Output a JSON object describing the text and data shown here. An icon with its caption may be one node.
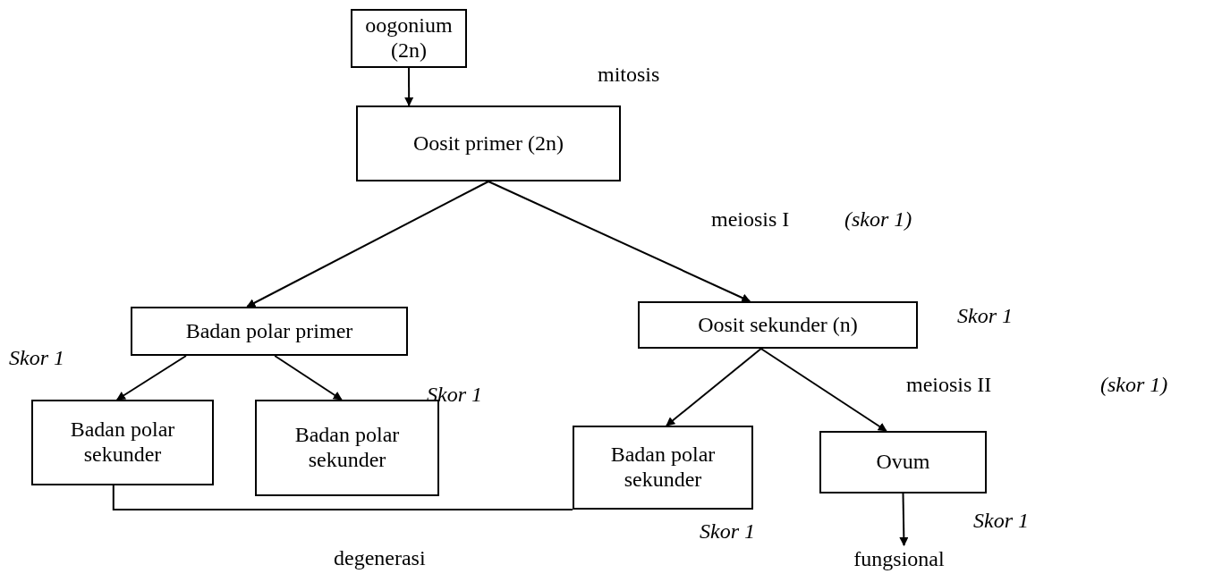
{
  "diagram": {
    "nodes": [
      {
        "text": [
          "oogonium (2n)"
        ]
      },
      {
        "text": [
          "Oosit primer (2n)"
        ]
      },
      {
        "text": [
          "Badan polar primer"
        ]
      },
      {
        "text": [
          "Oosit sekunder (n)"
        ]
      },
      {
        "text": [
          "Badan polar sekunder"
        ]
      },
      {
        "text": [
          "Badan polar sekunder"
        ]
      },
      {
        "text": [
          "Badan polar sekunder"
        ]
      },
      {
        "text": [
          "Ovum"
        ]
      },
      {
        "text": [
          "fungsional"
        ]
      }
    ],
    "edges": [
      {
        "from": 0,
        "to": 1,
        "arrow": "to"
      },
      {
        "from": 1,
        "to": 2,
        "arrow": "to"
      },
      {
        "from": 1,
        "to": 3,
        "arrow": "to"
      },
      {
        "from": 2,
        "to": 4,
        "arrow": "to"
      },
      {
        "from": 2,
        "to": 5,
        "arrow": "to"
      },
      {
        "from": 3,
        "to": 6,
        "arrow": "to"
      },
      {
        "from": 3,
        "to": 7,
        "arrow": "to"
      },
      {
        "from": 7,
        "to": 8,
        "arrow": "to"
      },
      {
        "from": 4,
        "to": 6,
        "arrow": "none"
      }
    ],
    "labels": [
      "mitosis",
      "meiosis I",
      "(skor 1)",
      "Skor 1",
      "Skor 1",
      "Skor 1",
      "meiosis II",
      "(skor 1)",
      "Skor 1",
      "Skor 1",
      "degenerasi"
    ]
  }
}
